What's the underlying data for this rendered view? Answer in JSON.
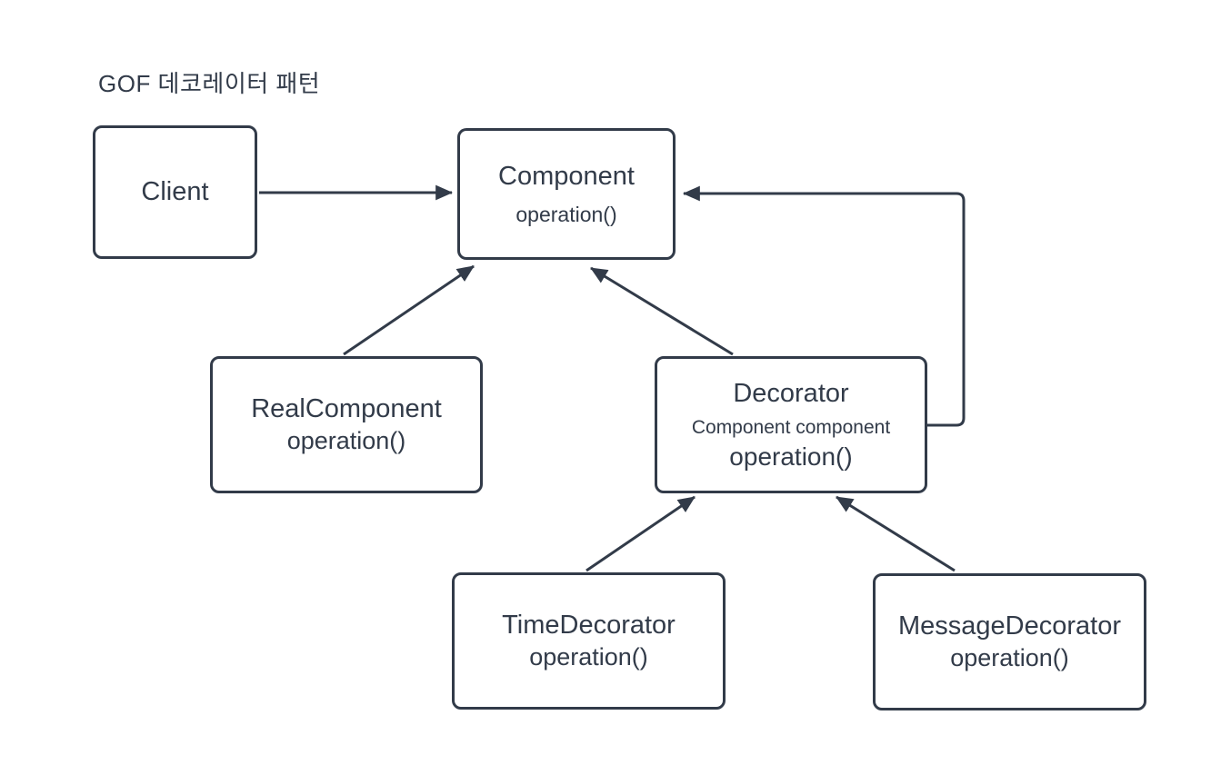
{
  "colors": {
    "ink": "#323B49",
    "canvas": "#FFFFFF"
  },
  "diagram": {
    "title": "GOF 데코레이터 패턴",
    "nodes": {
      "client": {
        "label": "Client"
      },
      "component": {
        "label": "Component",
        "method": "operation()"
      },
      "real_component": {
        "label": "RealComponent",
        "method": "operation()"
      },
      "decorator": {
        "label": "Decorator",
        "field": "Component component",
        "method": "operation()"
      },
      "time_decorator": {
        "label": "TimeDecorator",
        "method": "operation()"
      },
      "message_decorator": {
        "label": "MessageDecorator",
        "method": "operation()"
      }
    },
    "edges": [
      {
        "from": "Client",
        "to": "Component",
        "type": "arrow"
      },
      {
        "from": "RealComponent",
        "to": "Component",
        "type": "arrow"
      },
      {
        "from": "Decorator",
        "to": "Component",
        "type": "arrow"
      },
      {
        "from": "Decorator",
        "to": "Component",
        "type": "arrow-orthogonal-loop"
      },
      {
        "from": "TimeDecorator",
        "to": "Decorator",
        "type": "arrow"
      },
      {
        "from": "MessageDecorator",
        "to": "Decorator",
        "type": "arrow"
      }
    ]
  }
}
